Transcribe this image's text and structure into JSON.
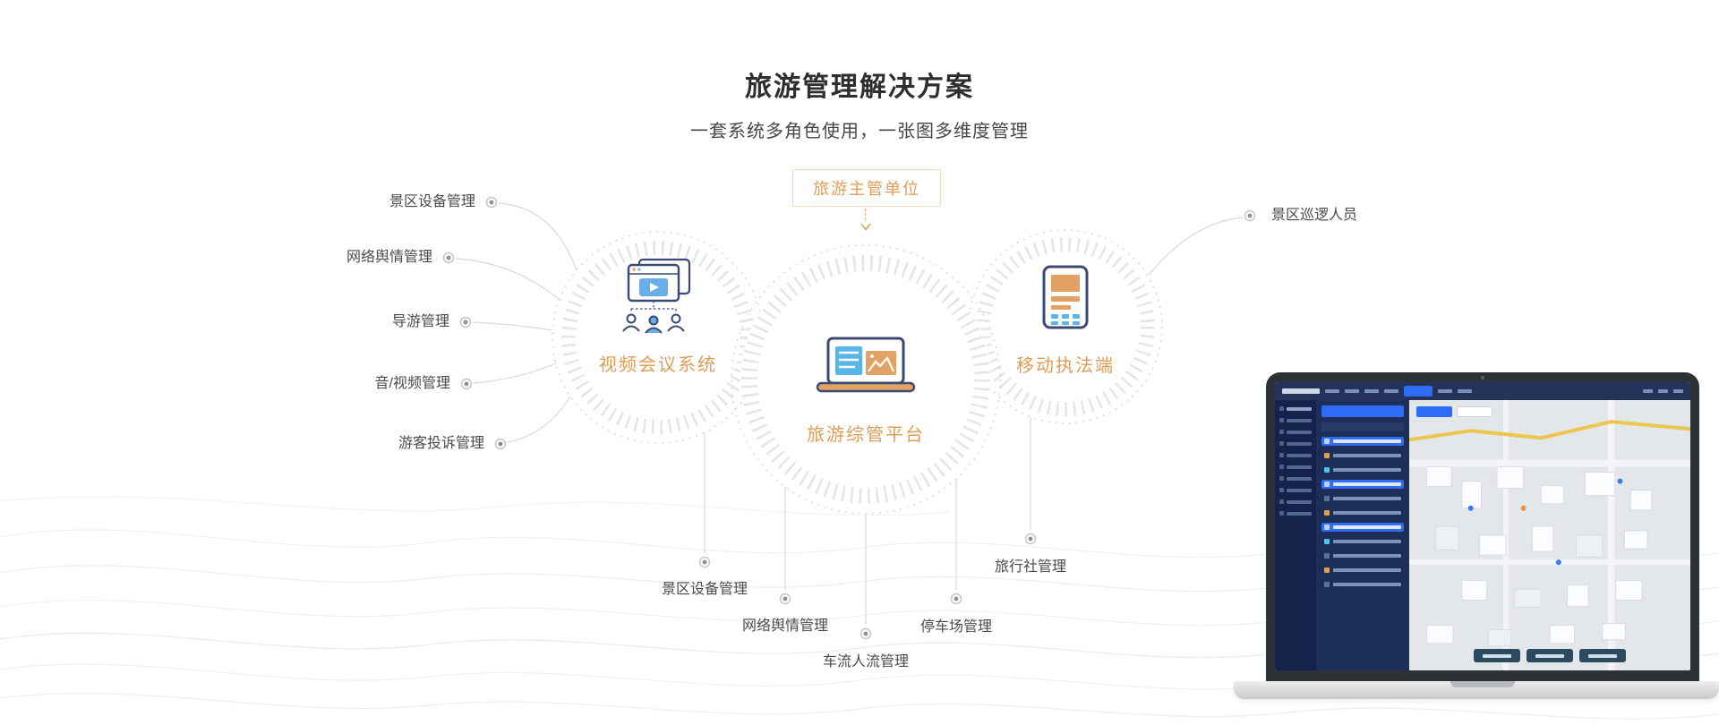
{
  "header": {
    "title": "旅游管理解决方案",
    "subtitle": "一套系统多角色使用，一张图多维度管理"
  },
  "diagram": {
    "hub": {
      "label": "旅游主管单位"
    },
    "nodes": [
      {
        "label": "视频会议系统",
        "icon": "video-conference-icon"
      },
      {
        "label": "旅游综管平台",
        "icon": "laptop-dashboard-icon"
      },
      {
        "label": "移动执法端",
        "icon": "mobile-enforcement-icon"
      }
    ],
    "left_labels": [
      "景区设备管理",
      "网络舆情管理",
      "导游管理",
      "音/视频管理",
      "游客投诉管理"
    ],
    "right_labels": [
      "景区巡逻人员"
    ],
    "bottom_labels": [
      "景区设备管理",
      "网络舆情管理",
      "车流人流管理",
      "停车场管理",
      "旅行社管理"
    ]
  },
  "colors": {
    "accent_orange": "#DF9C55",
    "accent_blue": "#5FB0E8",
    "outline_navy": "#3C4A73",
    "line_gray": "#D9D9D9",
    "dashboard_navy": "#1D2F58",
    "dashboard_blue": "#2F6CF6"
  }
}
